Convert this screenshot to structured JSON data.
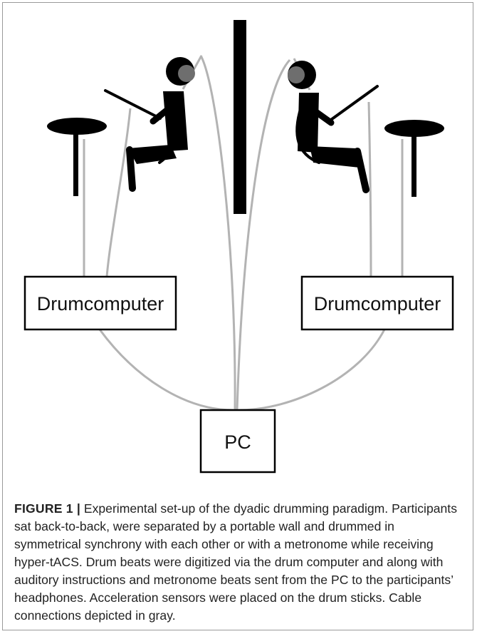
{
  "diagram": {
    "left_box_label": "Drumcomputer",
    "right_box_label": "Drumcomputer",
    "pc_label": "PC",
    "colors": {
      "cable": "#b3b3b3",
      "figure": "#000000",
      "headphone": "#6e6e6e",
      "wall": "#000000"
    }
  },
  "caption": {
    "label": "FIGURE 1 |",
    "text": " Experimental set-up of the dyadic drumming paradigm. Participants sat back-to-back, were separated by a portable wall and drummed in symmetrical synchrony with each other or with a metronome while receiving hyper-tACS. Drum beats were digitized via the drum computer and along with auditory instructions and metronome beats sent from the PC to the participants’ headphones. Acceleration sensors were placed on the drum sticks. Cable connections depicted in gray."
  }
}
